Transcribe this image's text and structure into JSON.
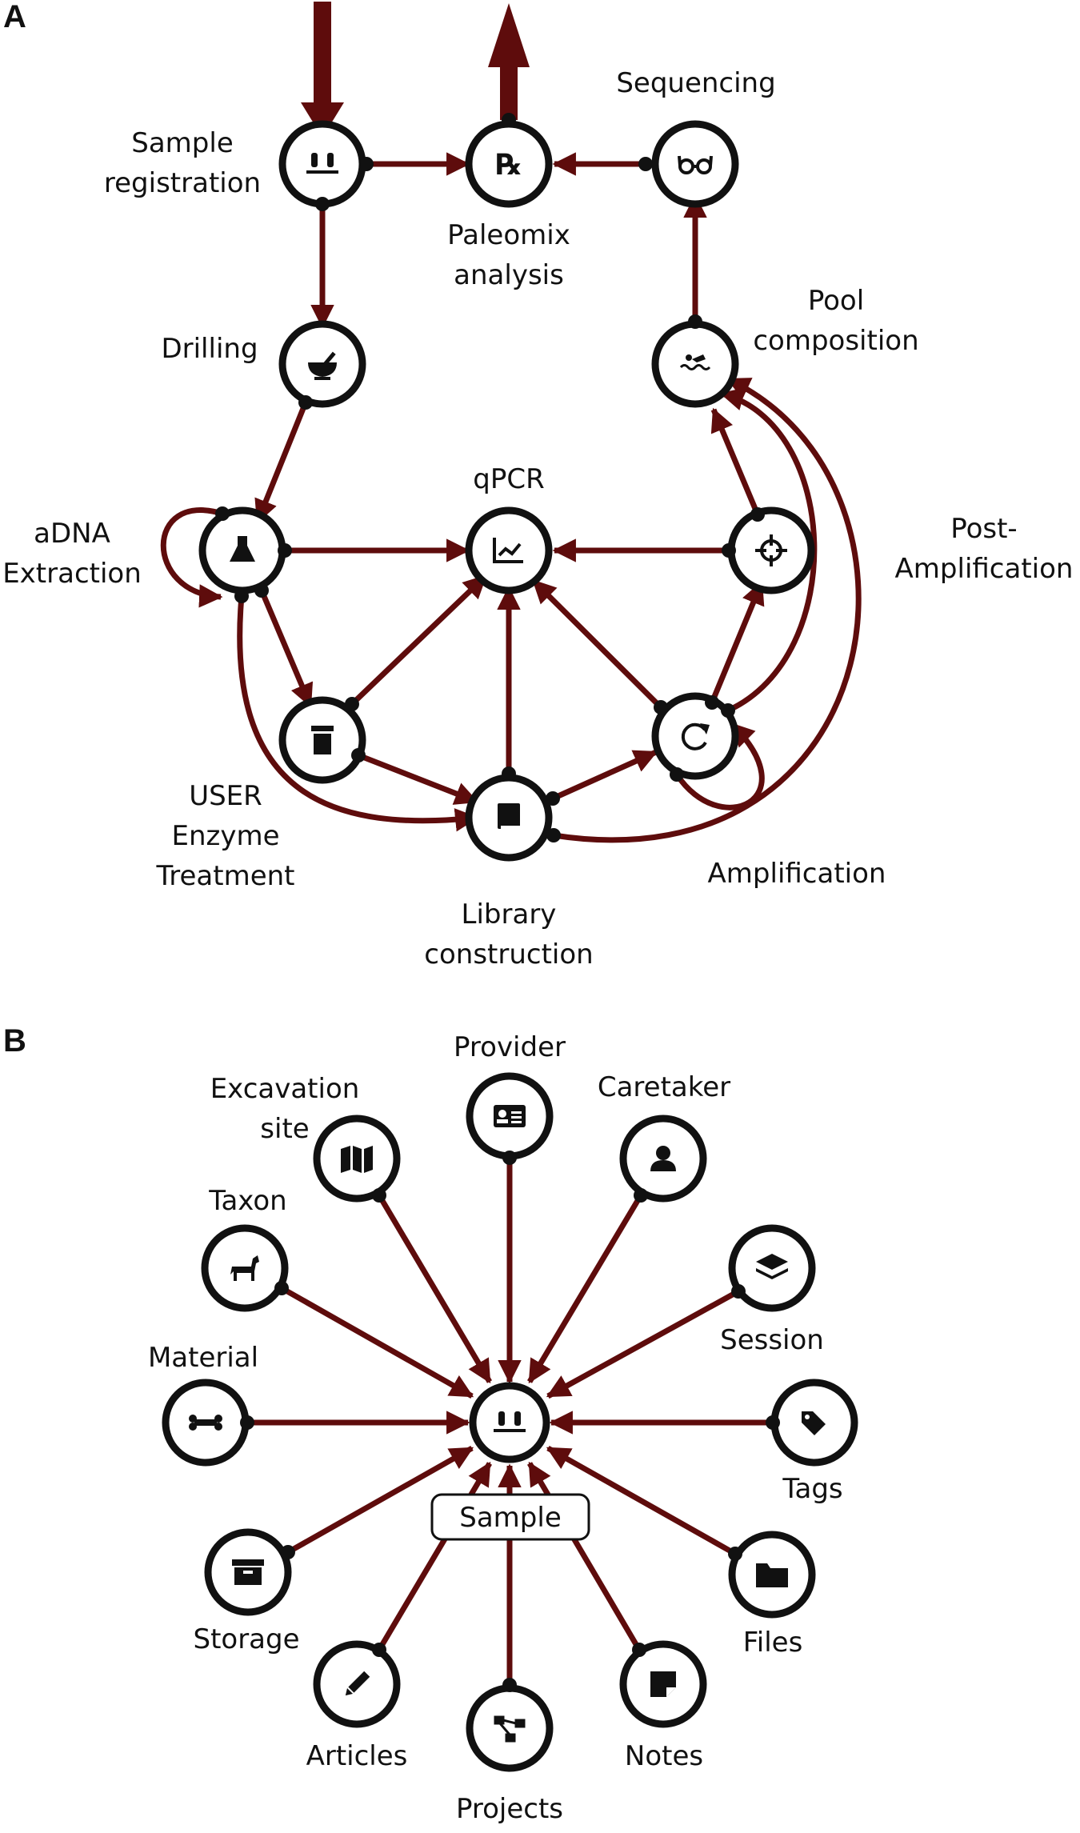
{
  "panels": {
    "a": {
      "letter": "A",
      "labels": {
        "sample_registration": [
          "Sample",
          "registration"
        ],
        "paleomix": [
          "Paleomix",
          "analysis"
        ],
        "sequencing": [
          "Sequencing"
        ],
        "drilling": [
          "Drilling"
        ],
        "pool": [
          "Pool",
          "composition"
        ],
        "qpcr": [
          "qPCR"
        ],
        "adna": [
          "aDNA",
          "Extraction"
        ],
        "post_amp": [
          "Post-",
          "Amplification"
        ],
        "user": [
          "USER",
          "Enzyme",
          "Treatment"
        ],
        "library": [
          "Library",
          "construction"
        ],
        "amplification": [
          "Amplification"
        ]
      }
    },
    "b": {
      "letter": "B",
      "center_label": "Sample",
      "labels": {
        "provider": [
          "Provider"
        ],
        "excavation": [
          "Excavation",
          "site"
        ],
        "caretaker": [
          "Caretaker"
        ],
        "taxon": [
          "Taxon"
        ],
        "session": [
          "Session"
        ],
        "material": [
          "Material"
        ],
        "tags": [
          "Tags"
        ],
        "storage": [
          "Storage"
        ],
        "files": [
          "Files"
        ],
        "articles": [
          "Articles"
        ],
        "notes": [
          "Notes"
        ],
        "projects": [
          "Projects"
        ]
      }
    }
  },
  "colors": {
    "edge": "#5e0c0c",
    "node": "#111111",
    "background": "#ffffff"
  },
  "icons": {
    "sample_registration": "test-tubes-icon",
    "paleomix": "prescription-rx-icon",
    "sequencing": "glasses-icon",
    "drilling": "mortar-pestle-icon",
    "pool": "swimmer-icon",
    "adna": "flask-icon",
    "qpcr": "chart-line-icon",
    "post_amp": "crosshairs-icon",
    "user": "prescription-bottle-icon",
    "library": "book-icon",
    "amplification": "redo-arrow-icon",
    "provider": "id-card-icon",
    "excavation": "map-icon",
    "caretaker": "user-icon",
    "taxon": "horse-icon",
    "session": "layers-icon",
    "material": "bone-icon",
    "center": "test-tubes-icon",
    "tags": "tags-icon",
    "storage": "archive-box-icon",
    "files": "folder-icon",
    "articles": "pen-icon",
    "notes": "sticky-note-icon",
    "projects": "project-diagram-icon"
  }
}
